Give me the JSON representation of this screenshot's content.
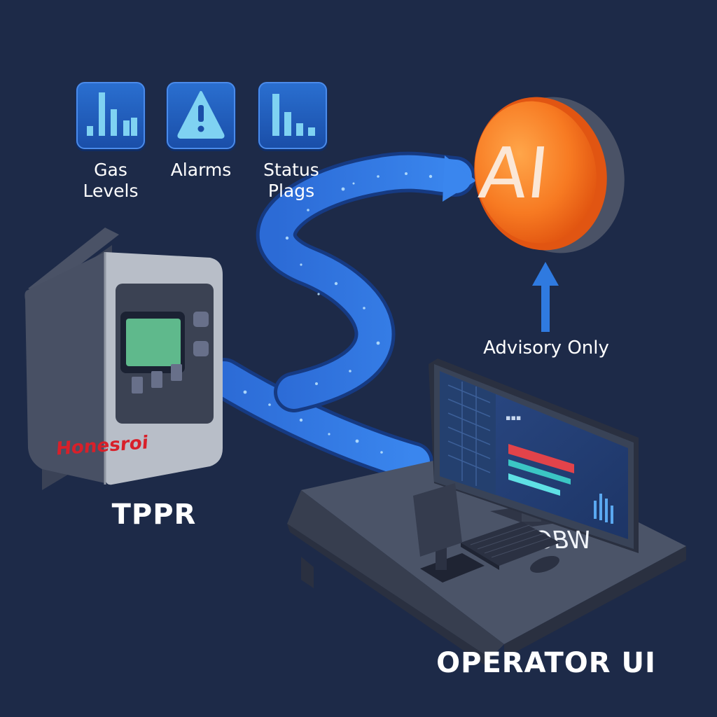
{
  "icons": [
    {
      "icon": "bar-chart-icon",
      "line1": "Gas",
      "line2": "Levels"
    },
    {
      "icon": "alert-triangle-icon",
      "line1": "Alarms",
      "line2": ""
    },
    {
      "icon": "status-bars-icon",
      "line1": "Status",
      "line2": "Plags"
    }
  ],
  "device": {
    "brand": "Honesroi",
    "label": "TPPR"
  },
  "ai": {
    "text": "AI",
    "note": "Advisory Only"
  },
  "monitor": {
    "small_text": "▪▪▪",
    "heading": "OBW"
  },
  "operator_label": "OPERATOR UI",
  "colors": {
    "background": "#1d2a48",
    "icon_tile": "#1f5ab8",
    "stream": "#2f7ae0",
    "ai_orange": "#f26a1b",
    "brand_red": "#d8202a",
    "screen_green": "#5fb98c"
  }
}
